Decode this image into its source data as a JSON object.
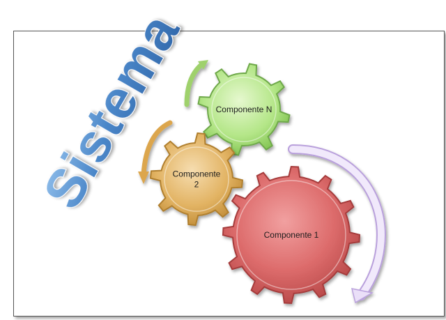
{
  "title": "Sistema",
  "components": [
    {
      "id": "componente-n",
      "lines": [
        "Componente N"
      ],
      "color": "#a9e07a",
      "rim": "#6ea84a"
    },
    {
      "id": "componente-2",
      "lines": [
        "Componente",
        "2"
      ],
      "color": "#e2b05f",
      "rim": "#b07f2e"
    },
    {
      "id": "componente-1",
      "lines": [
        "Componente 1"
      ],
      "color": "#e07070",
      "rim": "#a53b3b"
    }
  ],
  "colors": {
    "title_fill": "#4a86c8",
    "arrow_green": "#9fd16c",
    "arrow_orange": "#dca64d",
    "arrow_purple": "#e8dcf6"
  }
}
